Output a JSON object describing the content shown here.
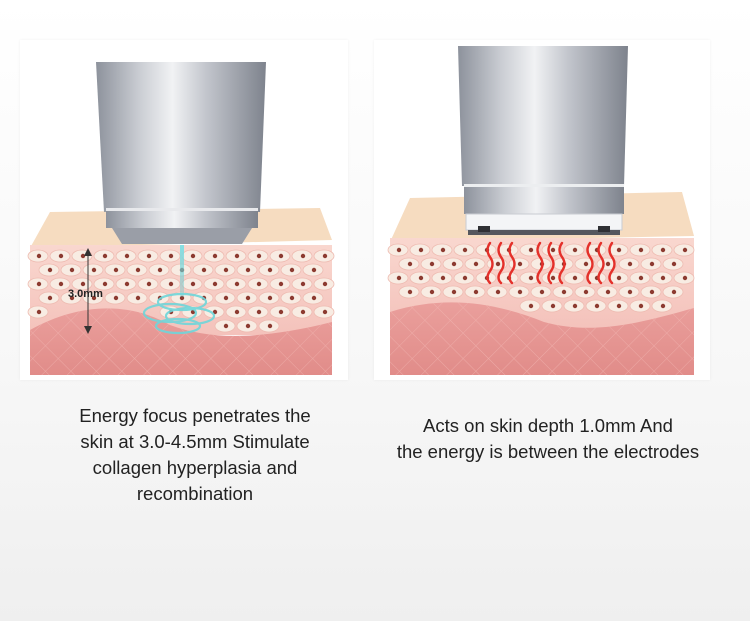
{
  "left_panel": {
    "depth_label": "3.0mm",
    "caption_lines": [
      "Energy focus penetrates the",
      "skin at 3.0-4.5mm  Stimulate",
      "collagen hyperplasia and",
      "recombination"
    ]
  },
  "right_panel": {
    "caption_lines": [
      "Acts on skin depth 1.0mm And",
      "the energy is between the electrodes"
    ]
  },
  "colors": {
    "skin_surface": "#f6dcc0",
    "epidermis": "#f7c9c3",
    "cell": "#f8ece3",
    "nucleus": "#8c3a30",
    "dermis": "#e79a97",
    "metal": "#b8bcc4",
    "focus_beam": "#5bc7cc",
    "heat_wave": "#e4302a"
  },
  "icons": {
    "probe_left": "ultrasound-probe-icon",
    "probe_right": "rf-electrode-probe-icon"
  }
}
